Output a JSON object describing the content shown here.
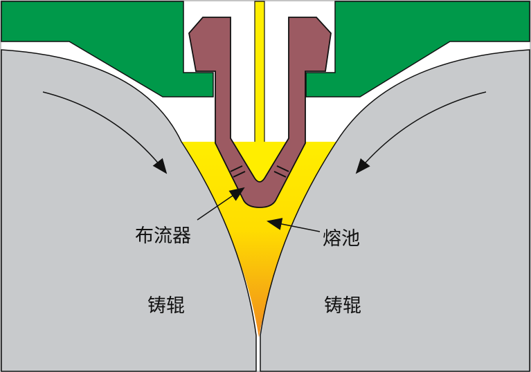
{
  "labels": {
    "distributor": "布流器",
    "melt_pool": "熔池",
    "roll_left": "铸辊",
    "roll_right": "铸辊"
  },
  "colors": {
    "green": "#00994a",
    "roll": "#c8cacc",
    "nozzle": "#9c5a62",
    "melt_top": "#ffee00",
    "melt_bottom": "#f08a1e"
  }
}
